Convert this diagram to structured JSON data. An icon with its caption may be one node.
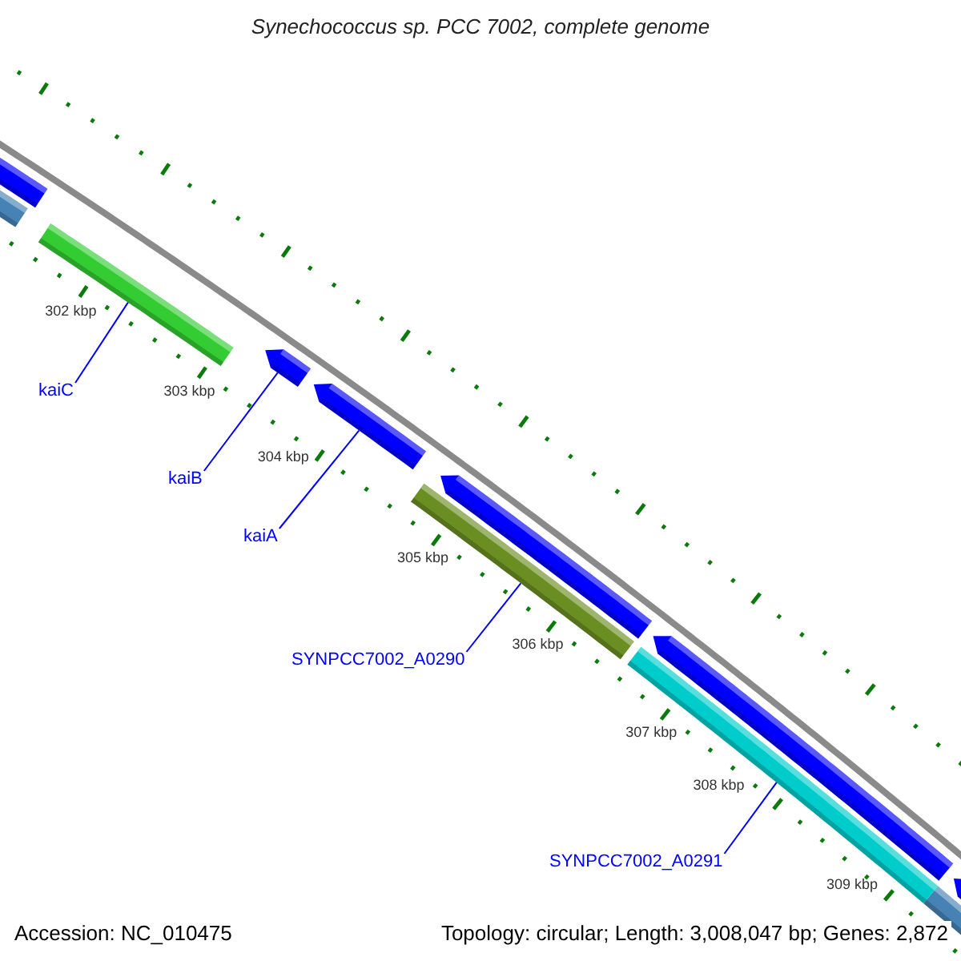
{
  "diagram": {
    "title": "Synechococcus sp. PCC 7002, complete genome",
    "nodes": [
      {
        "text": [],
        "shape": "bar"
      },
      {
        "text": [
          "kaiC"
        ]
      },
      {
        "text": [],
        "shape": "arrow"
      },
      {
        "text": [
          "kaiB"
        ]
      },
      {
        "text": [],
        "shape": "arrow"
      },
      {
        "text": [
          "kaiA"
        ]
      },
      {
        "text": [],
        "shape": "bar"
      },
      {
        "text": [
          "SYNPCC7002_A0290"
        ]
      },
      {
        "text": [],
        "shape": "bar"
      },
      {
        "text": [
          "SYNPCC7002_A0291"
        ]
      }
    ],
    "edges": [
      {
        "from": 1,
        "to": 0,
        "arrow": "none"
      },
      {
        "from": 3,
        "to": 2,
        "arrow": "none"
      },
      {
        "from": 5,
        "to": 4,
        "arrow": "none"
      },
      {
        "from": 7,
        "to": 6,
        "arrow": "none"
      },
      {
        "from": 9,
        "to": 8,
        "arrow": "none"
      }
    ],
    "labels": [
      "302 kbp",
      "303 kbp",
      "304 kbp",
      "305 kbp",
      "306 kbp",
      "307 kbp",
      "308 kbp",
      "309 kbp",
      "Accession: NC_010475",
      "Topology: circular; Length: 3,008,047 bp; Genes: 2,872"
    ]
  }
}
